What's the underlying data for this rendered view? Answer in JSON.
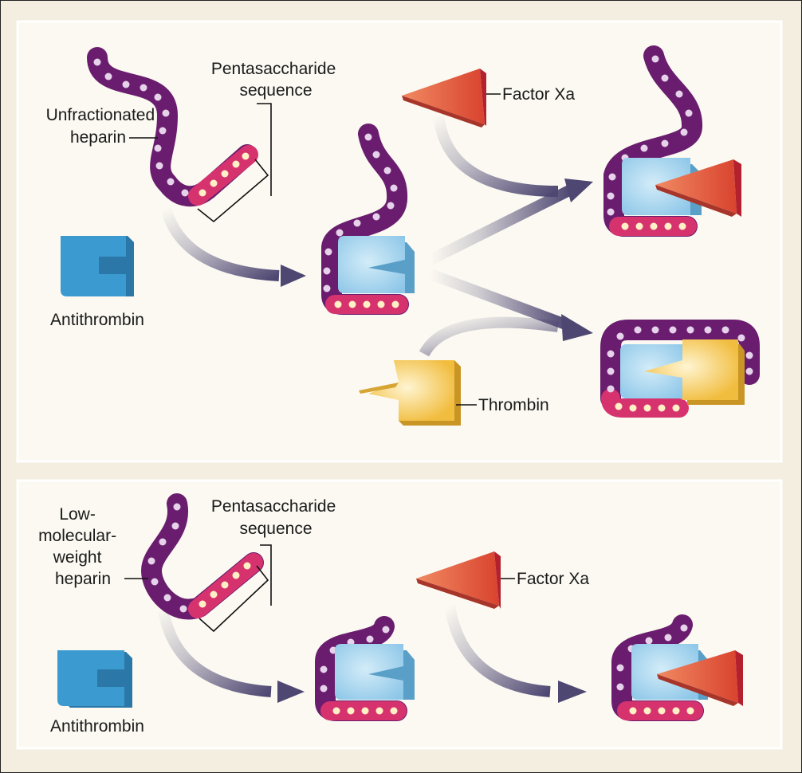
{
  "colors": {
    "panel_bg": "#fbf9f1",
    "outer_bg": "#f3eee0",
    "heparin_chain": "#6a1d6e",
    "heparin_bead": "#e6d2ea",
    "pentasaccharide": "#d6336e",
    "pentasaccharide_bead": "#fff0c6",
    "antithrombin": "#3b9bd0",
    "antithrombin_complex": "#9fd3ee",
    "factor_xa": "#e55f3e",
    "thrombin": "#f4c74c",
    "arrow": "#4e4772"
  },
  "icons": [
    "heparin-chain",
    "antithrombin-block",
    "factor-xa-wedge",
    "thrombin-block",
    "reaction-arrow"
  ],
  "top_panel": {
    "heparin_label": [
      "Unfractionated",
      "heparin"
    ],
    "pentasaccharide_label": [
      "Pentasaccharide",
      "sequence"
    ],
    "antithrombin_label": "Antithrombin",
    "factor_xa_label": "Factor Xa",
    "thrombin_label": "Thrombin"
  },
  "bottom_panel": {
    "heparin_label": [
      "Low-",
      "molecular-",
      "weight",
      "heparin"
    ],
    "pentasaccharide_label": [
      "Pentasaccharide",
      "sequence"
    ],
    "antithrombin_label": "Antithrombin",
    "factor_xa_label": "Factor Xa"
  }
}
